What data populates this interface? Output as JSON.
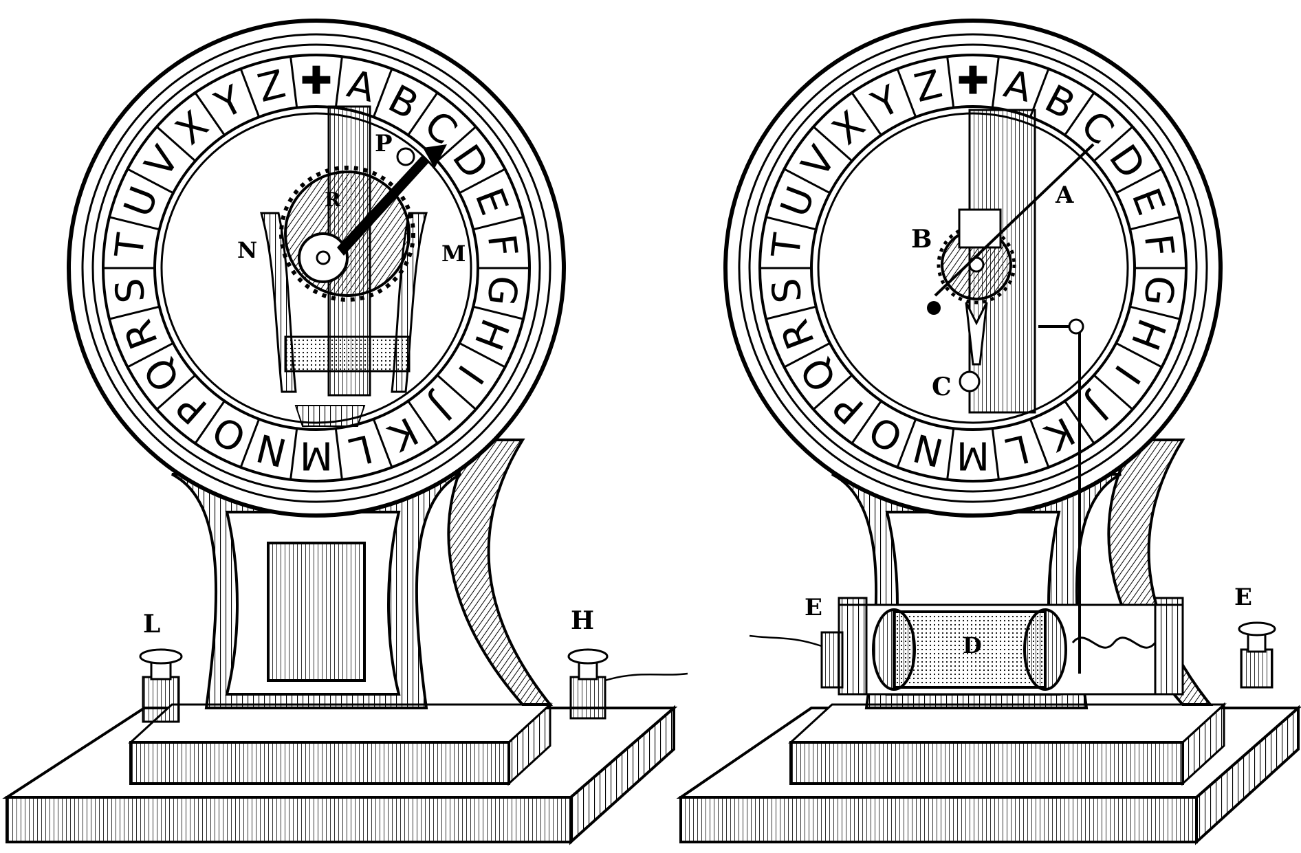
{
  "dial_letters": [
    "A",
    "B",
    "C",
    "D",
    "E",
    "F",
    "G",
    "H",
    "I",
    "J",
    "K",
    "L",
    "M",
    "N",
    "O",
    "P",
    "Q",
    "R",
    "S",
    "T",
    "U",
    "V",
    "X",
    "Y",
    "Z"
  ],
  "dial_cross": "✚",
  "left_instrument": {
    "labels": {
      "P": "P",
      "R": "R",
      "N": "N",
      "M": "M",
      "L": "L",
      "H": "H"
    }
  },
  "right_instrument": {
    "labels": {
      "A": "A",
      "B": "B",
      "C": "C",
      "D": "D",
      "E_left": "E",
      "E_right": "E"
    }
  },
  "colors": {
    "ink": "#000000",
    "paper": "#ffffff"
  }
}
